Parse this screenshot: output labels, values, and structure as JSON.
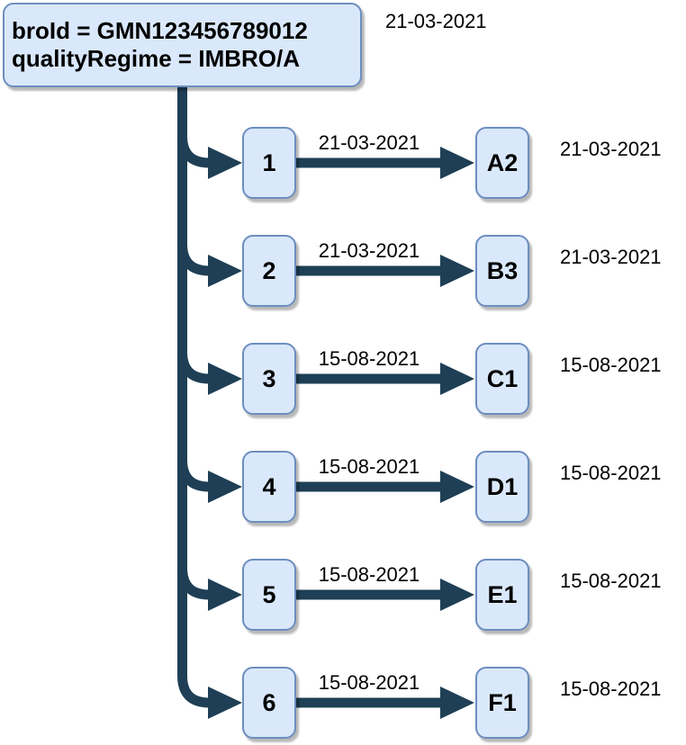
{
  "root": {
    "line1": "broId = GMN123456789012",
    "line2": "qualityRegime = IMBRO/A",
    "date": "21-03-2021"
  },
  "rows": [
    {
      "num": "1",
      "edge_date": "21-03-2021",
      "target": "A2",
      "target_date": "21-03-2021"
    },
    {
      "num": "2",
      "edge_date": "21-03-2021",
      "target": "B3",
      "target_date": "21-03-2021"
    },
    {
      "num": "3",
      "edge_date": "15-08-2021",
      "target": "C1",
      "target_date": "15-08-2021"
    },
    {
      "num": "4",
      "edge_date": "15-08-2021",
      "target": "D1",
      "target_date": "15-08-2021"
    },
    {
      "num": "5",
      "edge_date": "15-08-2021",
      "target": "E1",
      "target_date": "15-08-2021"
    },
    {
      "num": "6",
      "edge_date": "15-08-2021",
      "target": "F1",
      "target_date": "15-08-2021"
    }
  ],
  "colors": {
    "node_fill": "#dae8fc",
    "node_border": "#6c8ebf",
    "edge": "#1e3f55",
    "text": "#000000",
    "background": "#ffffff"
  }
}
